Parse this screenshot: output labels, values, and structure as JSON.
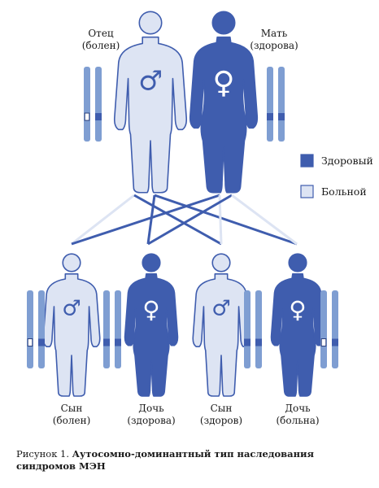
{
  "parents": {
    "father": {
      "label_line1": "Отец",
      "label_line2": "(болен)",
      "symbol": "♂",
      "sex": "male",
      "status": "affected",
      "fill": "#dde4f3"
    },
    "mother": {
      "label_line1": "Мать",
      "label_line2": "(здорова)",
      "symbol": "♀",
      "sex": "female",
      "status": "healthy",
      "fill": "#3f5dae"
    }
  },
  "children": [
    {
      "label_line1": "Сын",
      "label_line2": "(болен)",
      "symbol": "♂",
      "sex": "male",
      "status": "affected",
      "fill": "#dde4f3"
    },
    {
      "label_line1": "Дочь",
      "label_line2": "(здорова)",
      "symbol": "♀",
      "sex": "female",
      "status": "healthy",
      "fill": "#3f5dae"
    },
    {
      "label_line1": "Сын",
      "label_line2": "(здоров)",
      "symbol": "♂",
      "sex": "male",
      "status": "healthy",
      "fill": "#dde4f3"
    },
    {
      "label_line1": "Дочь",
      "label_line2": "(больна)",
      "symbol": "♀",
      "sex": "female",
      "status": "affected",
      "fill": "#3f5dae"
    }
  ],
  "legend": {
    "items": [
      {
        "label": "Здоровый",
        "color": "#3f5dae"
      },
      {
        "label": "Больной",
        "color": "#dde4f3"
      }
    ]
  },
  "caption": {
    "prefix": "Рисунок 1.",
    "title": "Аутосомно-доминантный тип наследования синдромов МЭН"
  },
  "colors": {
    "dark": "#3f5dae",
    "light": "#dde4f3",
    "outline": "#3f5dae",
    "chromosome": "#7f9ed2",
    "chromosome_dark": "#3f5dae"
  },
  "icons": {
    "male": "male-symbol-icon",
    "female": "female-symbol-icon"
  }
}
